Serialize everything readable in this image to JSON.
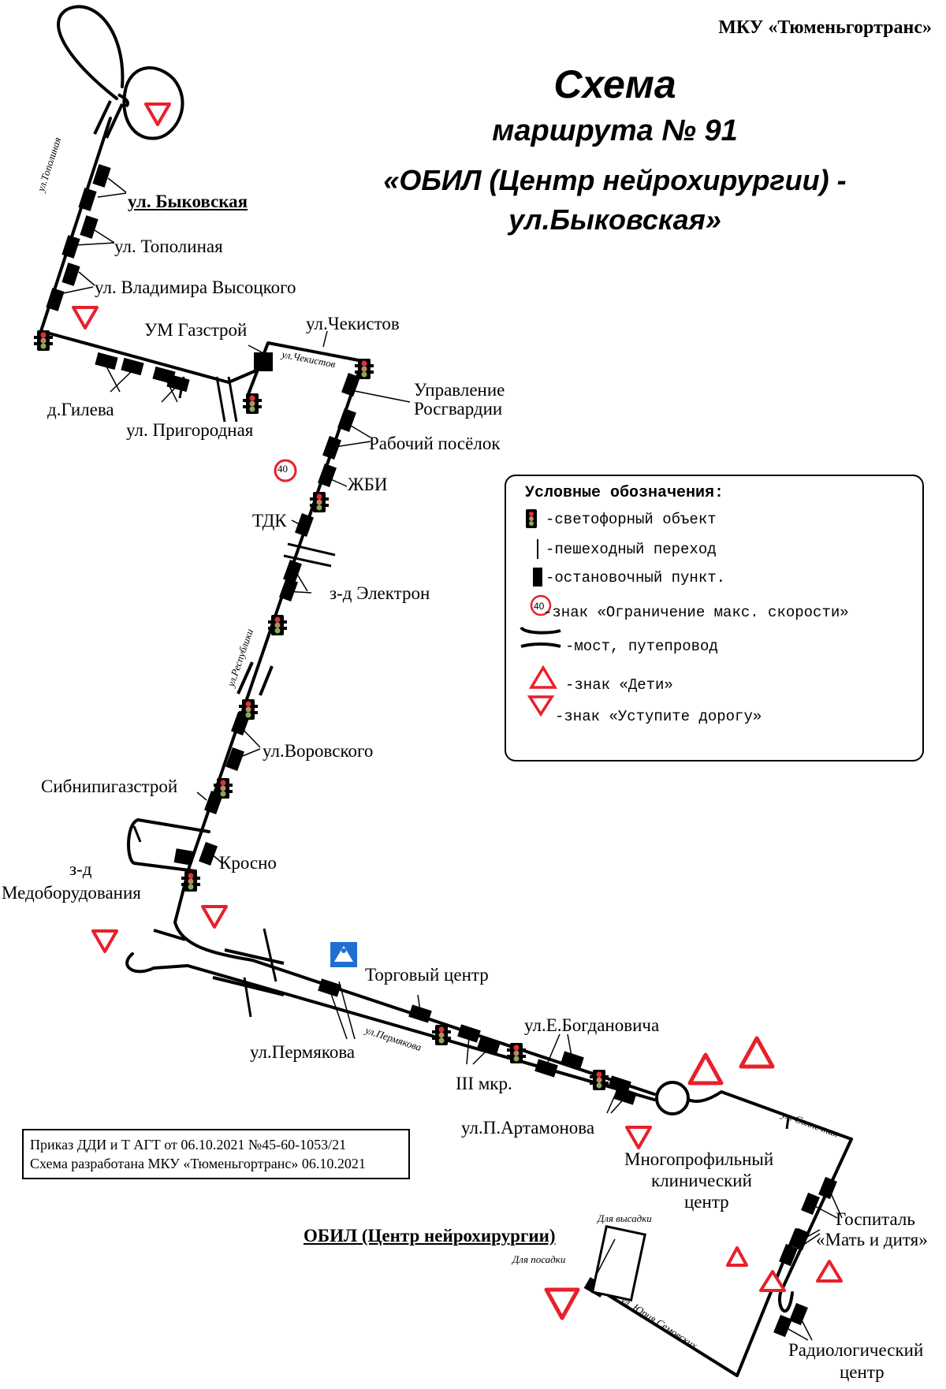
{
  "header": {
    "organization": "МКУ «Тюменьгортранс»",
    "title_line1": "Схема",
    "title_line2": "маршрута № 91",
    "title_line3": "«ОБИЛ (Центр нейрохирургии) -",
    "title_line4": "ул.Быковская»"
  },
  "stops": {
    "bykovskaya": "ул. Быковская",
    "topolinaya": "ул. Тополиная",
    "vysotskogo": "ул. Владимира Высоцкого",
    "um_gazstroy": "УМ Газстрой",
    "chekistov": "ул.Чекистов",
    "gileva": "д.Гилева",
    "prigorodnaya": "ул. Пригородная",
    "rosgvardia_1": "Управление",
    "rosgvardia_2": "Росгвардии",
    "rabochiy": "Рабочий посёлок",
    "zhbi": "ЖБИ",
    "tdk": "ТДК",
    "elektron": "з-д Электрон",
    "vorovskogo": "ул.Воровского",
    "sibnipi": "Сибнипигазстрой",
    "krosno": "Кросно",
    "medob_1": "з-д",
    "medob_2": "Медоборудования",
    "torg": "Торговый центр",
    "permyakova": "ул.Пермякова",
    "bogdanovicha": "ул.Е.Богдановича",
    "iii_mkr": "III мкр.",
    "artamonova": "ул.П.Артамонова",
    "mkc_1": "Многопрофильный",
    "mkc_2": "клинический",
    "mkc_3": "центр",
    "gospital_1": "Госпиталь",
    "gospital_2": "«Мать и дитя»",
    "radio_1": "Радиологический",
    "radio_2": "центр",
    "obil": "ОБИЛ (Центр нейрохирургии)"
  },
  "streets": {
    "topolinaya": "ул.Тополиная",
    "chekistov": "ул.Чекистов",
    "respubliki": "ул.Республики",
    "permyakova": "ул.Пермякова",
    "solnechnaya": "ул. Солнечная",
    "semovskikh": "ул. Юрия Семовских",
    "vysadka": "Для высадки",
    "posadka": "Для посадки"
  },
  "speed_sign": "40",
  "legend": {
    "title": "Условные обозначения:",
    "traffic_light": "-светофорный объект",
    "crossing": "-пешеходный переход",
    "stop": "-остановочный пункт.",
    "speed": "-знак «Ограничение макс. скорости»",
    "bridge": "-мост, путепровод",
    "children": "-знак «Дети»",
    "yield": "-знак «Уступите дорогу»"
  },
  "order": {
    "line1": "Приказ ДДИ и Т АГТ от 06.10.2021 №45-60-1053/21",
    "line2": "Схема разработана МКУ «Тюменьгортранс» 06.10.2021"
  },
  "colors": {
    "route": "#000000",
    "sign_red": "#e8202a",
    "blue_sign": "#1f6fd1"
  }
}
